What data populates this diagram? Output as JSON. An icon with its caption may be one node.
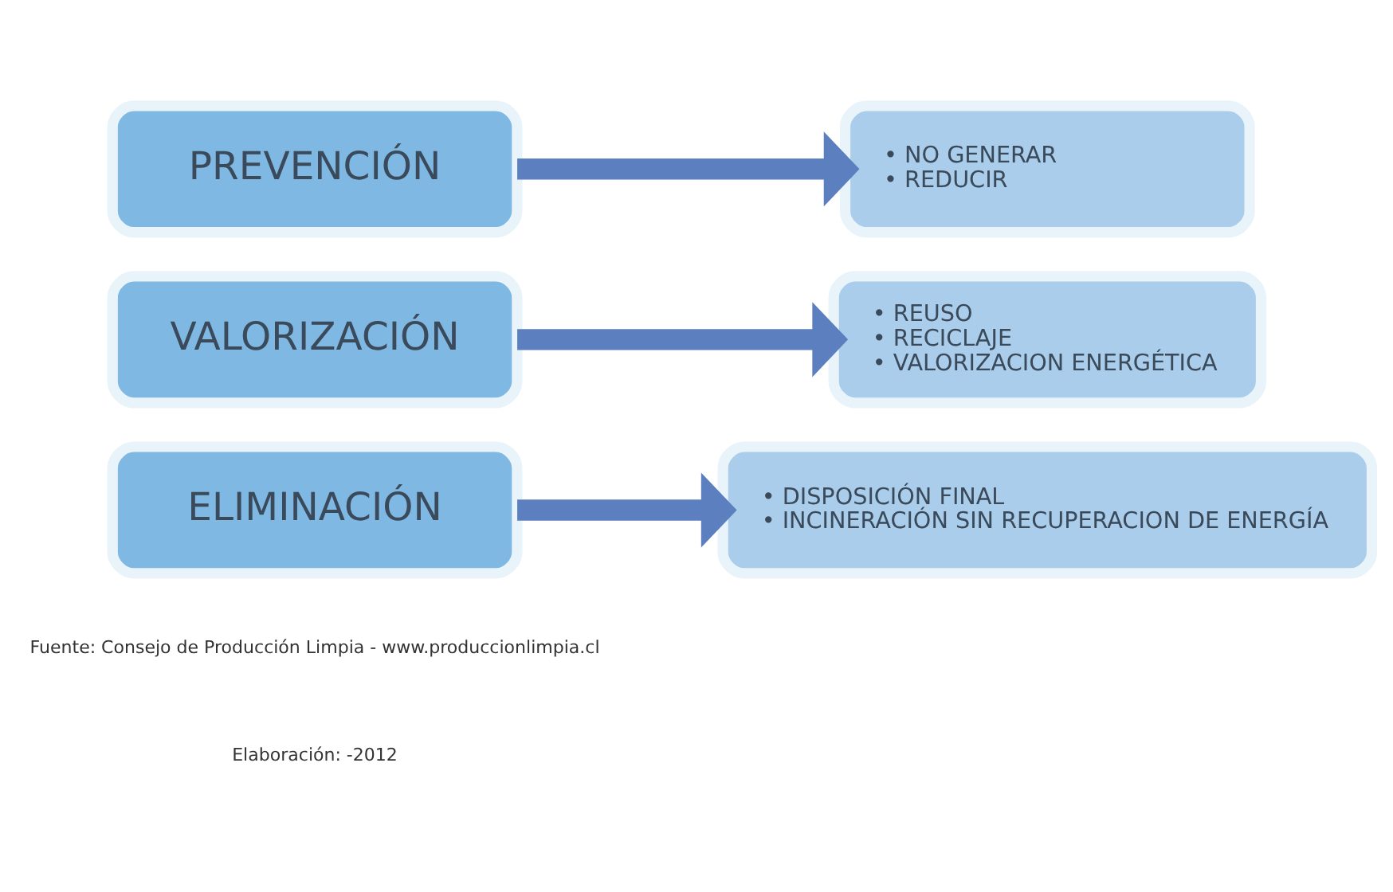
{
  "diagram": {
    "nodes": [
      {
        "text": [
          "PREVENCIÓN"
        ]
      },
      {
        "text": [
          "• NO GENERAR",
          "• REDUCIR"
        ]
      },
      {
        "text": [
          "VALORIZACIÓN"
        ]
      },
      {
        "text": [
          "• REUSO",
          "• RECICLAJE",
          "• VALORIZACION ENERGÉTICA"
        ]
      },
      {
        "text": [
          "ELIMINACIÓN"
        ]
      },
      {
        "text": [
          "• DISPOSICIÓN FINAL",
          "• INCINERACIÓN SIN RECUPERACION DE ENERGÍA"
        ]
      }
    ],
    "edges": [
      {
        "from": 0,
        "to": 1,
        "arrow": "to"
      },
      {
        "from": 2,
        "to": 3,
        "arrow": "to"
      },
      {
        "from": 4,
        "to": 5,
        "arrow": "to"
      }
    ],
    "labels": [
      "Fuente: Consejo de Producción Limpia - www.produccionlimpia.cl",
      "Elaboración: -2012"
    ]
  }
}
